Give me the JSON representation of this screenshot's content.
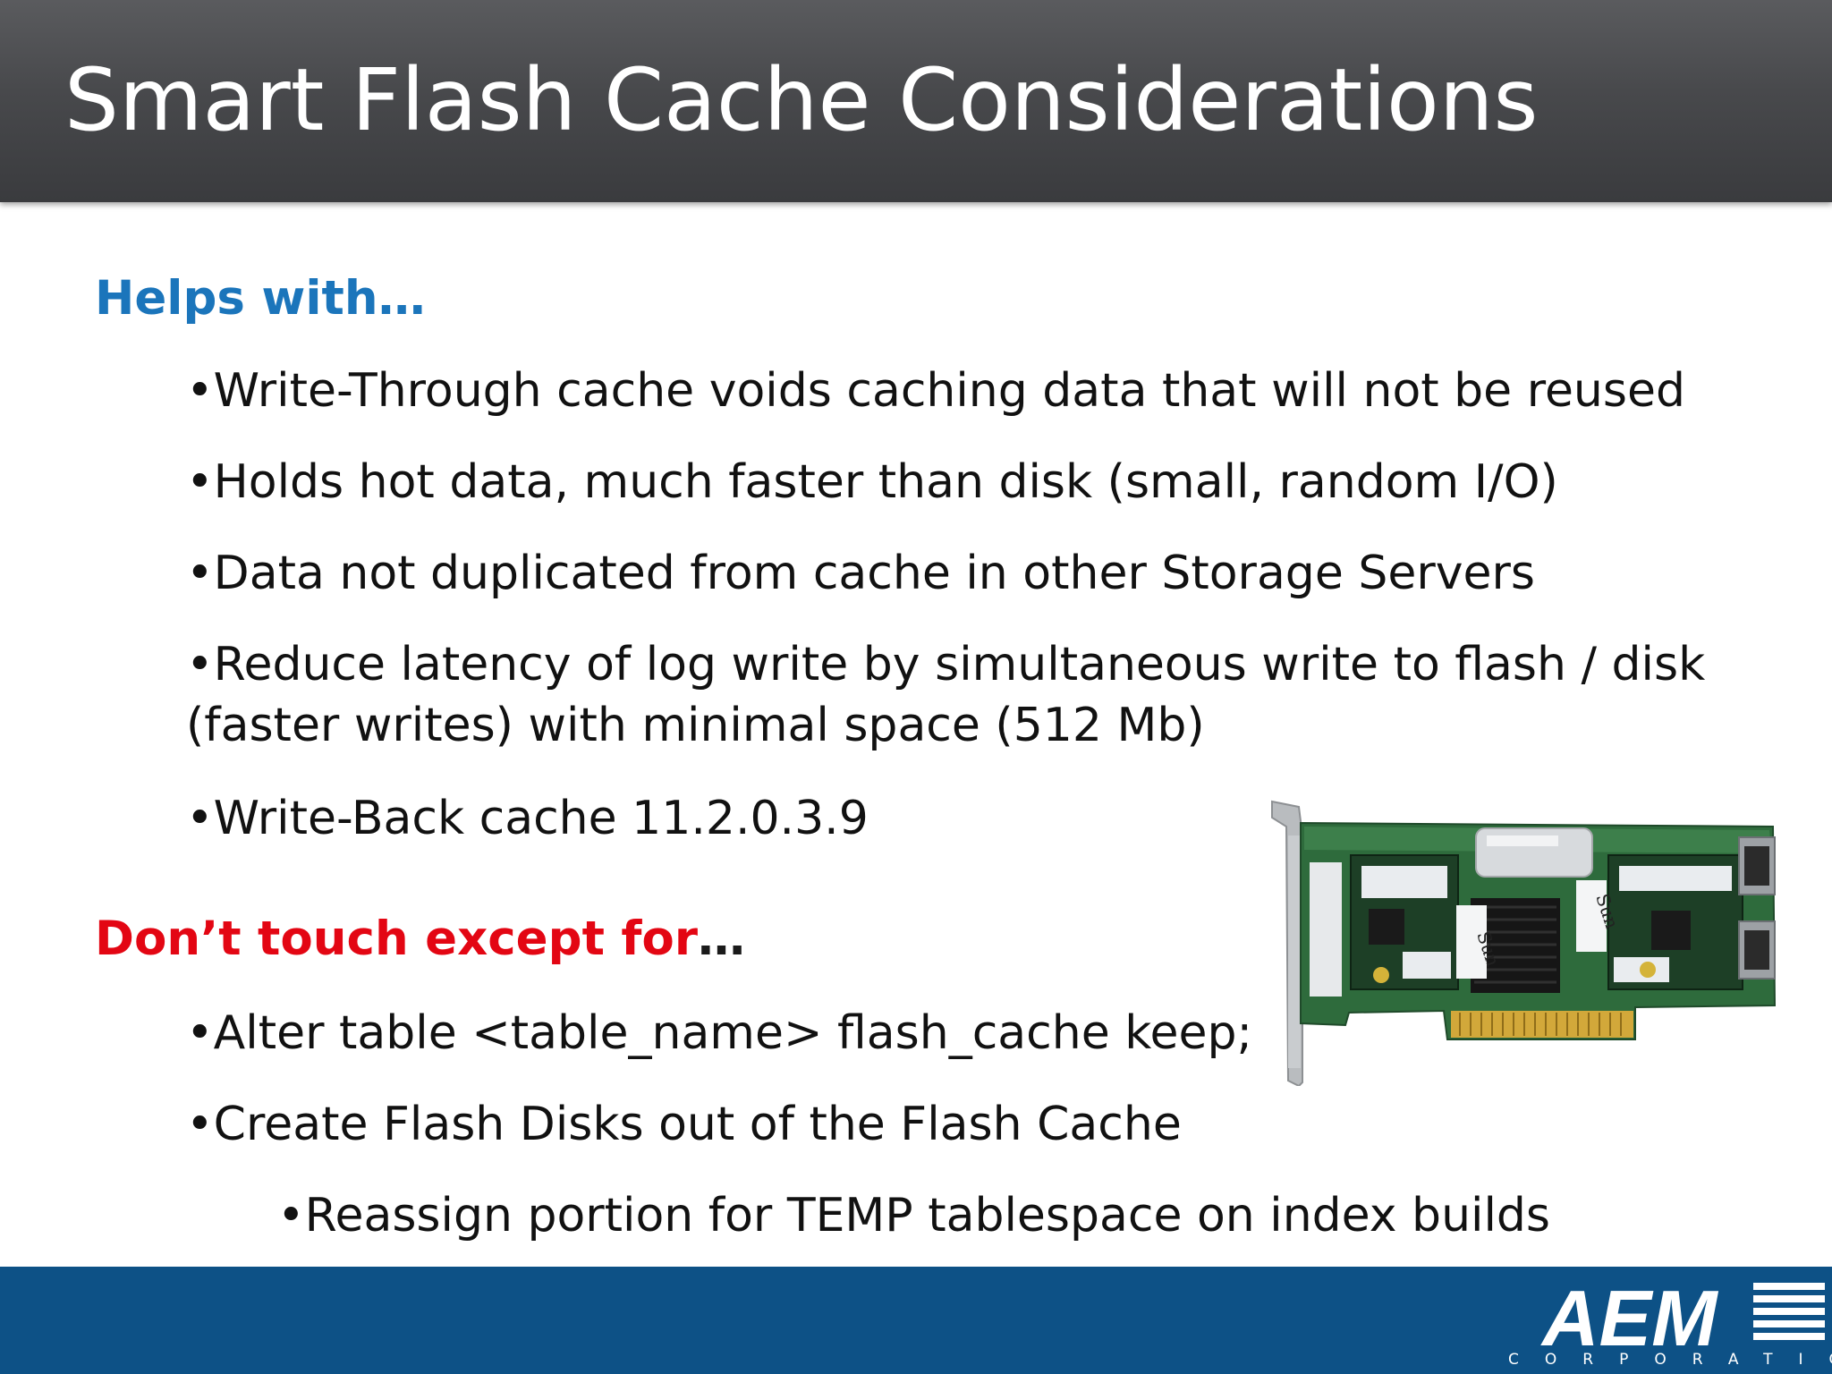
{
  "slide": {
    "title": "Smart Flash Cache Considerations"
  },
  "helps": {
    "heading": "Helps with…",
    "bullets": [
      "•Write-Through cache voids caching data that will not be reused",
      "•Holds hot data, much faster than disk (small, random I/O)",
      "•Data not duplicated from cache in other Storage Servers",
      "•Reduce latency of log write by simultaneous write to flash / disk",
      "(faster writes) with minimal space (512 Mb)",
      "•Write-Back cache 11.2.0.3.9"
    ]
  },
  "dont_touch": {
    "heading_red": "Don’t touch except for",
    "heading_tail": "…",
    "bullets": [
      "•Alter table <table_name>  flash_cache keep;",
      "•Create Flash Disks out of the Flash Cache"
    ],
    "sub_bullet": "•Reassign portion for TEMP tablespace on index builds"
  },
  "card_labels": {
    "brand": "Sun"
  },
  "logo": {
    "mark": "AEM",
    "sub": "CORPORATION"
  },
  "colors": {
    "header_bg": "#48494c",
    "title_text": "#ffffff",
    "heading_blue": "#1b75bb",
    "heading_red": "#e30613",
    "footer_bg": "#0d5186"
  }
}
